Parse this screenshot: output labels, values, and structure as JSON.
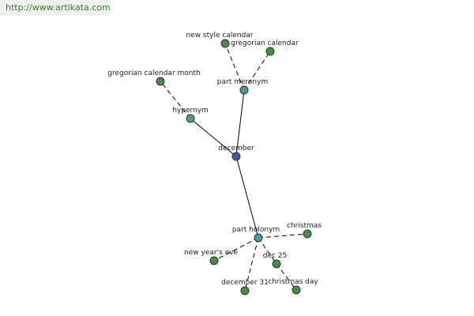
{
  "watermark": "http://www.artikata.com",
  "colors": {
    "center": "#4a5a9a",
    "relation": "#4a9a9a",
    "leaf": "#4a8a4a"
  },
  "nodes": [
    {
      "id": "december",
      "label": "december",
      "kind": "center"
    },
    {
      "id": "hypernym",
      "label": "hypernym",
      "kind": "relation"
    },
    {
      "id": "part-meronym",
      "label": "part meronym",
      "kind": "relation"
    },
    {
      "id": "part-holonym",
      "label": "part holonym",
      "kind": "relation"
    },
    {
      "id": "gregorian-calendar-month",
      "label": "gregorian calendar month",
      "kind": "leaf"
    },
    {
      "id": "new-style-calendar",
      "label": "new style calendar",
      "kind": "leaf"
    },
    {
      "id": "gregorian-calendar",
      "label": "gregorian calendar",
      "kind": "leaf"
    },
    {
      "id": "christmas",
      "label": "christmas",
      "kind": "leaf"
    },
    {
      "id": "new-years-eve",
      "label": "new year's eve",
      "kind": "leaf"
    },
    {
      "id": "dec-25",
      "label": "dec 25",
      "kind": "leaf"
    },
    {
      "id": "december-31",
      "label": "december 31",
      "kind": "leaf"
    },
    {
      "id": "christmas-day",
      "label": "christmas day",
      "kind": "leaf"
    }
  ],
  "edges": [
    {
      "from": "december",
      "to": "hypernym",
      "style": "solid"
    },
    {
      "from": "december",
      "to": "part-meronym",
      "style": "solid"
    },
    {
      "from": "december",
      "to": "part-holonym",
      "style": "solid"
    },
    {
      "from": "hypernym",
      "to": "gregorian-calendar-month",
      "style": "dashed"
    },
    {
      "from": "part-meronym",
      "to": "new-style-calendar",
      "style": "dashed"
    },
    {
      "from": "part-meronym",
      "to": "gregorian-calendar",
      "style": "dashed"
    },
    {
      "from": "part-holonym",
      "to": "christmas",
      "style": "dashed"
    },
    {
      "from": "part-holonym",
      "to": "new-years-eve",
      "style": "dashed"
    },
    {
      "from": "part-holonym",
      "to": "dec-25",
      "style": "dashed"
    },
    {
      "from": "part-holonym",
      "to": "december-31",
      "style": "dashed"
    },
    {
      "from": "dec-25",
      "to": "christmas-day",
      "style": "dashed"
    }
  ]
}
